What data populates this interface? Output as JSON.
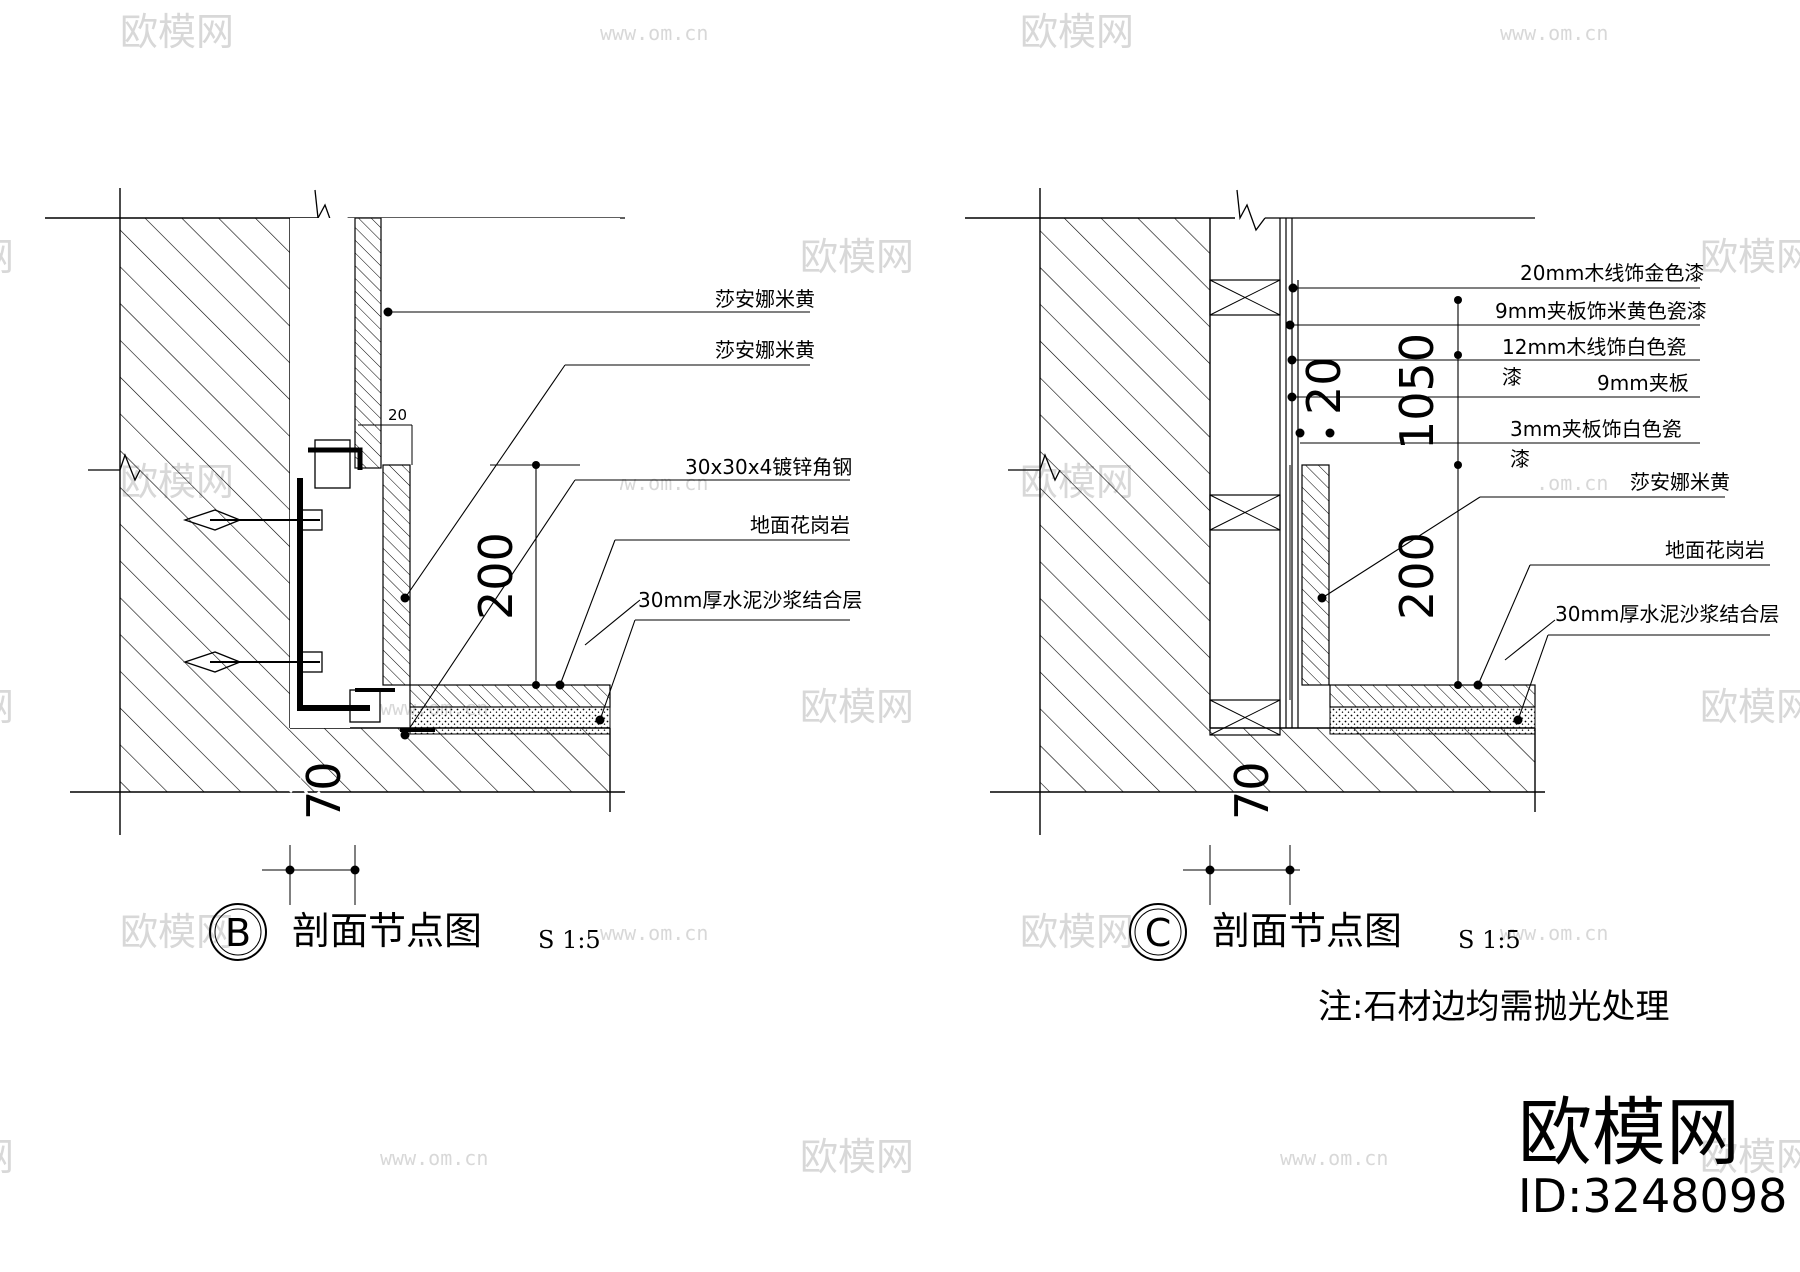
{
  "watermark": {
    "brand": "欧模网",
    "url": "www.om.cn",
    "url_short": "om.cn"
  },
  "detail_b": {
    "marker": "B",
    "title": "剖面节点图",
    "scale": "S 1:5",
    "dim_height": "200",
    "dim_gap": "20",
    "dim_bottom": "70",
    "labels": [
      "莎安娜米黄",
      "莎安娜米黄",
      "30x30x4镀锌角钢",
      "地面花岗岩",
      "30mm厚水泥沙浆结合层"
    ]
  },
  "detail_c": {
    "marker": "C",
    "title": "剖面节点图",
    "scale": "S 1:5",
    "dim_height": "200",
    "dim_top": "1050",
    "dim_top2": "20",
    "dim_bottom": "70",
    "labels": [
      "20mm木线饰金色漆",
      "9mm夹板饰米黄色瓷漆",
      "12mm木线饰白色瓷",
      "漆",
      "9mm夹板",
      "3mm夹板饰白色瓷",
      "漆",
      "莎安娜米黄",
      "地面花岗岩",
      "30mm厚水泥沙浆结合层"
    ]
  },
  "note": "注:石材边均需抛光处理",
  "brand_block": {
    "name": "欧模网",
    "id": "ID:3248098"
  },
  "colors": {
    "ink": "#000000",
    "watermark": "#d8d8d8",
    "background": "#ffffff"
  }
}
